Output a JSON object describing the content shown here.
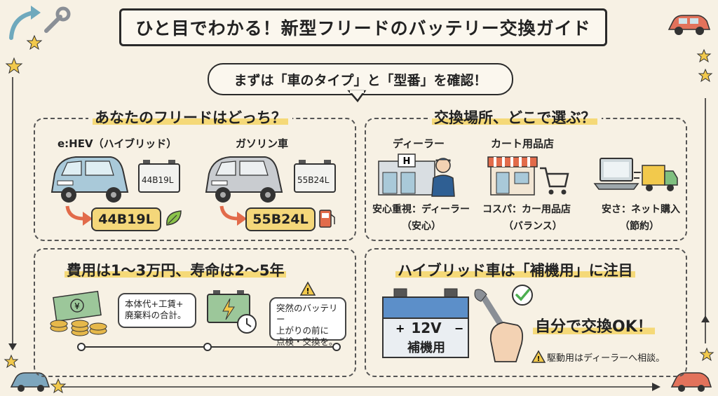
{
  "title": "ひと目でわかる！新型フリードのバッテリー交換ガイド",
  "subtitle": "まずは「車のタイプ」と「型番」を確認！",
  "type_panel": {
    "title": "あなたのフリードはどっち？",
    "hev": {
      "label": "e:HEV（ハイブリッド）",
      "battery_label": "44B19L",
      "model": "44B19L"
    },
    "gas": {
      "label": "ガソリン車",
      "battery_label": "55B24L",
      "model": "55B24L"
    }
  },
  "place_panel": {
    "title": "交換場所、どこで選ぶ？",
    "dealer": {
      "heading": "ディーラー",
      "caption1": "安心重視：ディーラー",
      "caption2": "（安心）"
    },
    "shop": {
      "heading": "カート用品店",
      "caption1": "コスパ：カー用品店",
      "caption2": "（バランス）"
    },
    "net": {
      "caption1": "安さ：ネット購入",
      "caption2": "（節約）"
    }
  },
  "cost_panel": {
    "title": "費用は1～3万円、寿命は2～5年",
    "note1": [
      "本体代+工賃+",
      "廃棄料の合計。"
    ],
    "note2": [
      "突然のバッテリー",
      "上がりの前に",
      "点検・交換を。"
    ]
  },
  "hybrid_panel": {
    "title": "ハイブリッド車は「補機用」に注目",
    "battery_line1": "12V",
    "battery_line2": "補機用",
    "diy": "自分で交換OK！",
    "warning": "駆動用はディーラーへ相談。"
  },
  "colors": {
    "background": "#f7f1e4",
    "highlight": "#f5d978",
    "arrow": "#e26b4a",
    "car_blue": "#a9c9d9",
    "car_silver": "#c9ccd0"
  }
}
